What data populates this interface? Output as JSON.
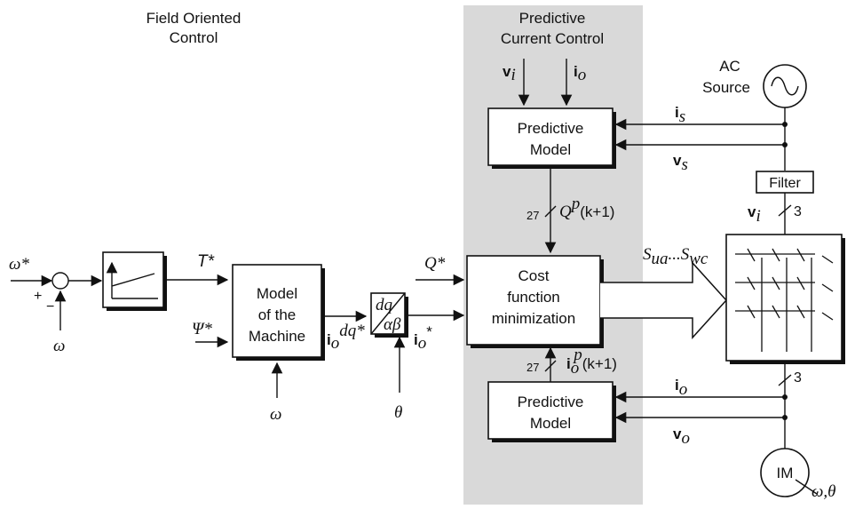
{
  "colors": {
    "shaded_region": "#d9d9d9",
    "ink": "#111111"
  },
  "titles": {
    "foc_line1": "Field Oriented",
    "foc_line2": "Control",
    "pcc_line1": "Predictive",
    "pcc_line2": "Current Control"
  },
  "blocks": {
    "predictive_model_top": [
      "Predictive",
      "Model"
    ],
    "model_machine": [
      "Model",
      "of the",
      "Machine"
    ],
    "transform_top": "dq",
    "transform_bottom": "αβ",
    "cost_function": [
      "Cost",
      "function",
      "minimization"
    ],
    "predictive_model_bottom": [
      "Predictive",
      "Model"
    ],
    "filter": "Filter",
    "ac_source": [
      "AC",
      "Source"
    ],
    "motor": "IM"
  },
  "signals": {
    "omega_ref": "ω*",
    "omega": "ω",
    "plus": "+",
    "minus": "−",
    "torque_ref": "T*",
    "flux_ref": "Ψ*",
    "omega_machine": "ω",
    "io_dq_ref_main": "i",
    "io_dq_ref_sub": "o",
    "io_dq_ref_sup": "dq*",
    "theta": "θ",
    "io_ref_main": "i",
    "io_ref_sub": "o",
    "io_ref_sup": "*",
    "q_ref": "Q*",
    "vi_in_main": "v",
    "vi_in_sub": "i",
    "io_in_main": "i",
    "io_in_sub": "o",
    "is_main": "i",
    "is_sub": "s",
    "vs_main": "v",
    "vs_sub": "s",
    "qp_bus_count": "27",
    "qp_label": "Q",
    "qp_sup": "p",
    "qp_arg": "(k+1)",
    "iop_bus_count": "27",
    "iop_main": "i",
    "iop_sub": "o",
    "iop_sup": "p",
    "iop_arg": "(k+1)",
    "switch_signals": "S",
    "switch_sub1": "ua",
    "switch_mid": "...S",
    "switch_sub2": "wc",
    "vi_out_main": "v",
    "vi_out_sub": "i",
    "phase_count_top": "3",
    "phase_count_bottom": "3",
    "io_out_main": "i",
    "io_out_sub": "o",
    "vo_main": "v",
    "vo_sub": "o",
    "motor_out": "ω,θ"
  }
}
